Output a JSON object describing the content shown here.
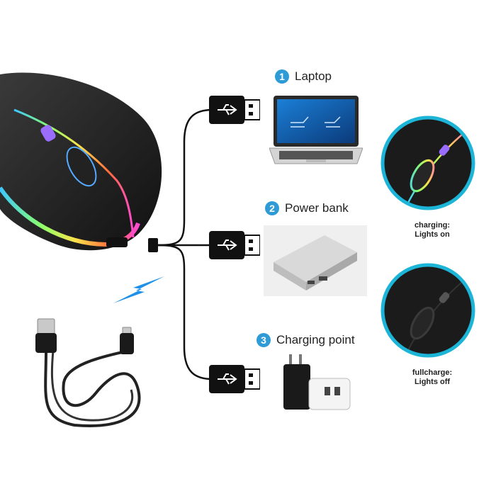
{
  "sources": [
    {
      "number": "1",
      "label": "Laptop"
    },
    {
      "number": "2",
      "label": "Power bank"
    },
    {
      "number": "3",
      "label": "Charging point"
    }
  ],
  "status": [
    {
      "line1": "charging:",
      "line2": "Lights on"
    },
    {
      "line1": "fullcharge:",
      "line2": "Lights off"
    }
  ],
  "colors": {
    "accent": "#2f9bd6",
    "lightning": "#1e90e8",
    "ring": "#1cb5d8"
  },
  "icons": {
    "usb": "usb-icon",
    "lightning": "lightning-icon"
  }
}
